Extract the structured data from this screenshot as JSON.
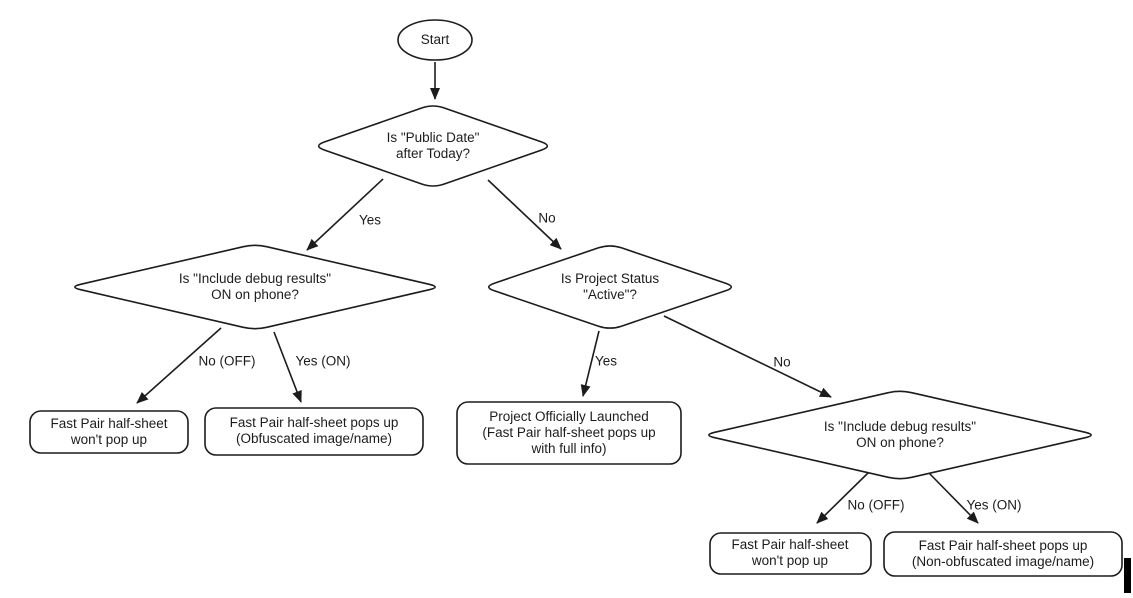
{
  "flowchart": {
    "nodes": {
      "start": {
        "label": "Start"
      },
      "public_date": {
        "lines": [
          "Is \"Public Date\"",
          "after Today?"
        ]
      },
      "debug_left": {
        "lines": [
          "Is \"Include debug results\"",
          "ON on phone?"
        ]
      },
      "project_status": {
        "lines": [
          "Is Project Status",
          "\"Active\"?"
        ]
      },
      "debug_right": {
        "lines": [
          "Is \"Include debug results\"",
          "ON on phone?"
        ]
      },
      "no_popup_left": {
        "lines": [
          "Fast Pair half-sheet",
          "won't pop up"
        ]
      },
      "popup_obfuscated": {
        "lines": [
          "Fast Pair half-sheet pops up",
          "(Obfuscated image/name)"
        ]
      },
      "launched": {
        "lines": [
          "Project Officially Launched",
          "(Fast Pair half-sheet pops up",
          "with full info)"
        ]
      },
      "no_popup_right": {
        "lines": [
          "Fast Pair half-sheet",
          "won't pop up"
        ]
      },
      "popup_non_obfuscated": {
        "lines": [
          "Fast Pair half-sheet pops up",
          "(Non-obfuscated image/name)"
        ]
      }
    },
    "edge_labels": {
      "public_date_yes": "Yes",
      "public_date_no": "No",
      "debug_left_no": "No (OFF)",
      "debug_left_yes": "Yes (ON)",
      "project_status_yes": "Yes",
      "project_status_no": "No",
      "debug_right_no": "No (OFF)",
      "debug_right_yes": "Yes (ON)"
    },
    "colors": {
      "stroke": "#1c1c1c",
      "text": "#1c1c1c",
      "background": "#ffffff",
      "cursor_bar": "#000000"
    }
  }
}
